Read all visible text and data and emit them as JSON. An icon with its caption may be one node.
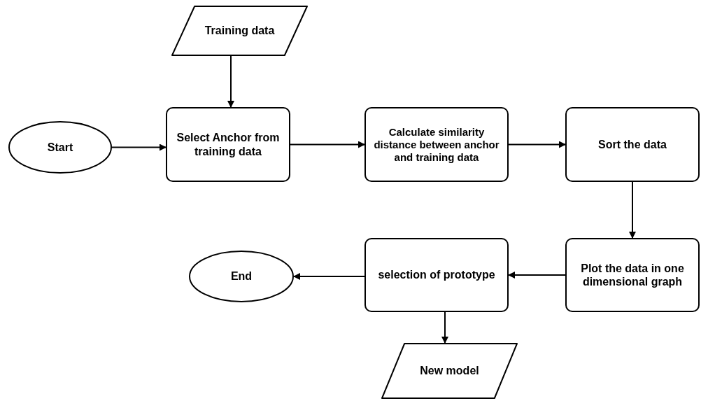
{
  "diagram": {
    "nodes": [
      {
        "text": [
          "Training data"
        ]
      },
      {
        "text": [
          "Start"
        ]
      },
      {
        "text": [
          "Select Anchor from training data"
        ]
      },
      {
        "text": [
          "Calculate similarity distance between anchor and training data"
        ]
      },
      {
        "text": [
          "Sort the data"
        ]
      },
      {
        "text": [
          "End"
        ]
      },
      {
        "text": [
          "selection of prototype"
        ]
      },
      {
        "text": [
          "Plot the data in one dimensional graph"
        ]
      },
      {
        "text": [
          "New model"
        ]
      }
    ],
    "edges": [
      {
        "from": 0,
        "to": 2,
        "arrow": "to"
      },
      {
        "from": 1,
        "to": 2,
        "arrow": "to"
      },
      {
        "from": 2,
        "to": 3,
        "arrow": "to"
      },
      {
        "from": 3,
        "to": 4,
        "arrow": "to"
      },
      {
        "from": 4,
        "to": 7,
        "arrow": "to"
      },
      {
        "from": 7,
        "to": 6,
        "arrow": "to"
      },
      {
        "from": 6,
        "to": 5,
        "arrow": "to"
      },
      {
        "from": 6,
        "to": 8,
        "arrow": "to"
      }
    ]
  }
}
